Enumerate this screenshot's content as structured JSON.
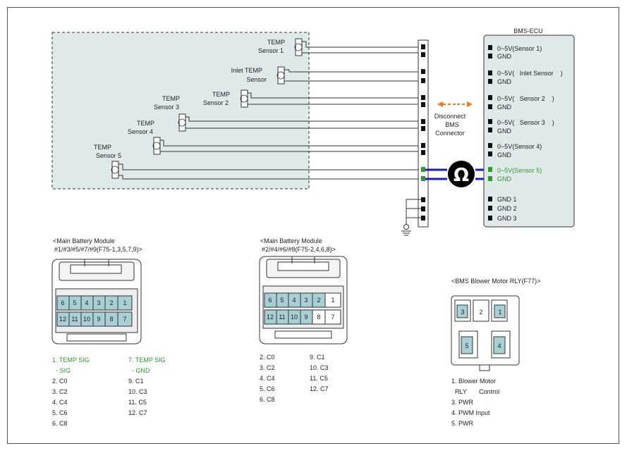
{
  "sensors": [
    {
      "line1": "TEMP",
      "line2": "Sensor 1"
    },
    {
      "line1": "Inlet TEMP",
      "line2": "Sensor"
    },
    {
      "line1": "TEMP",
      "line2": "Sensor 2"
    },
    {
      "line1": "TEMP",
      "line2": "Sensor 3"
    },
    {
      "line1": "TEMP",
      "line2": "Sensor 4"
    },
    {
      "line1": "TEMP",
      "line2": "Sensor 5"
    }
  ],
  "disconnect_label": [
    "Disconnect",
    "BMS",
    "Connector"
  ],
  "ohm_symbol": "Ω",
  "ecu": {
    "title": "BMS-ECU",
    "pins": [
      {
        "sig": "0~5V(Sensor 1)",
        "gnd": "GND"
      },
      {
        "sig": "0~5V(   Inlet Sensor    )",
        "gnd": "GND"
      },
      {
        "sig": "0~5V(   Sensor 2    )",
        "gnd": "GND"
      },
      {
        "sig": "0~5V(   Sensor 3    )",
        "gnd": "GND"
      },
      {
        "sig": "0~5V(Sensor 4)",
        "gnd": "GND"
      },
      {
        "sig": "0~5V(Sensor 5)",
        "gnd": "GND"
      }
    ],
    "grounds": [
      "GND 1",
      "GND 2",
      "GND 3"
    ]
  },
  "connector_a": {
    "title1": "<Main Battery Module",
    "title2": "#1/#3/#5/#7/#9(F75-1,3,5,7,9)>",
    "top_row": [
      "6",
      "5",
      "4",
      "3",
      "2",
      "1"
    ],
    "bottom_row": [
      "12",
      "11",
      "10",
      "9",
      "8",
      "7"
    ],
    "col1": [
      "1. TEMP SIG",
      "  - SIG",
      "2. C0",
      "3. C2",
      "4. C4",
      "5. C6",
      "6. C8"
    ],
    "col2": [
      "7. TEMP SIG",
      "  - GND",
      "9. C1",
      "10. C3",
      "11. C5",
      "12. C7"
    ]
  },
  "connector_b": {
    "title1": "<Main Battery Module",
    "title2": "#2/#4/#6/#8(F75-2,4,6,8)>",
    "top_row": [
      "6",
      "5",
      "4",
      "3",
      "2",
      "1"
    ],
    "bottom_row": [
      "12",
      "11",
      "10",
      "9",
      "8",
      "7"
    ],
    "col1": [
      "2. C0",
      "3. C2",
      "4. C4",
      "5. C6",
      "6. C8"
    ],
    "col2": [
      "9. C1",
      "10. C3",
      "11. C5",
      "12. C7"
    ]
  },
  "relay": {
    "title": "<BMS Blower Motor RLY(F77)>",
    "top_pins": [
      "3",
      "2",
      "1"
    ],
    "bottom_pins": [
      "5",
      "4"
    ],
    "list": [
      "1. Blower Motor",
      "  RLY       Control",
      "3. PWR",
      "4. PWM Input",
      "5. PWR"
    ]
  },
  "colors": {
    "green": "#2e9a2e",
    "blue": "#1a1acc",
    "orange": "#f07820",
    "module_bg": "#dfe9e9",
    "cell": "#a9cfd6"
  }
}
